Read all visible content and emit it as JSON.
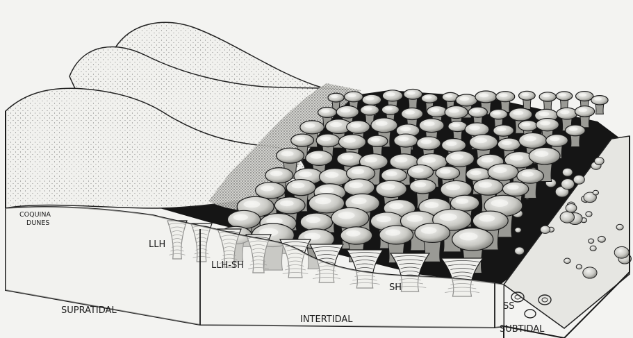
{
  "labels": {
    "coquina_line1": "COQUINA",
    "coquina_line2": "DUNES",
    "llh": "LLH",
    "llh_sh": "LLH-SH",
    "sh": "SH",
    "ss": "SS",
    "supratidal": "SUPRATIDAL",
    "intertidal": "INTERTIDAL",
    "subtidal": "SUBTIDAL"
  },
  "colors": {
    "paper": "#f3f3f1",
    "ink": "#1c1c1c",
    "shadow": "#151515",
    "stromatolite_fill": "#d8d8d4"
  }
}
